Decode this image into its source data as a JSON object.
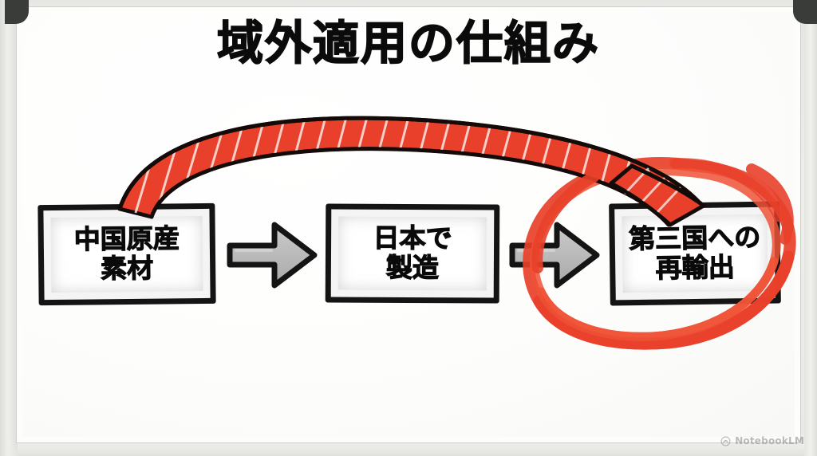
{
  "title": "域外適用の仕組み",
  "board": {
    "background_color": "#fdfdfc",
    "frame_color": "#e9e9e6",
    "corner_color": "#3a3c3a"
  },
  "flow": {
    "nodes": [
      {
        "id": "origin-material",
        "label": "中国原産\n素材"
      },
      {
        "id": "manufacture-japan",
        "label": "日本で\n製造"
      },
      {
        "id": "reexport-third-country",
        "label": "第三国への\n再輸出"
      }
    ],
    "arrows": [
      {
        "id": "arrow-1",
        "direction": "right",
        "fill": "#b6b6b6",
        "stroke": "#141414"
      },
      {
        "id": "arrow-2",
        "direction": "right",
        "fill": "#b6b6b6",
        "stroke": "#141414"
      }
    ]
  },
  "annotations": {
    "arc": {
      "id": "extraterritorial-reach-arc",
      "description": "中国原産素材から第三国への再輸出へ伸びる赤い太い弧",
      "fill_color": "#e8402a",
      "stroke_color": "#1a0f0c"
    },
    "circle": {
      "id": "highlight-circle",
      "description": "第三国への再輸出を囲む赤い手書きの丸",
      "color": "#e8402a"
    }
  },
  "watermark": {
    "label": "NotebookLM",
    "icon": "notebooklm-icon"
  }
}
